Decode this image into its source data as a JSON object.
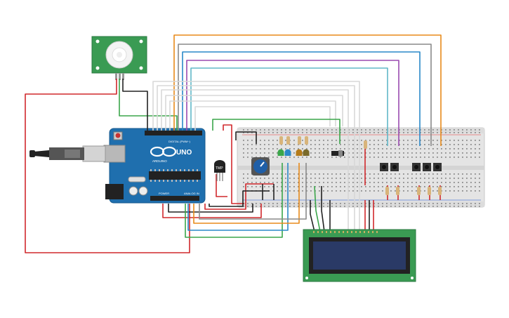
{
  "arduino": {
    "logo_text": "UNO",
    "brand_text": "ARDUINO",
    "digital_header": "DIGITAL (PWM~)",
    "power_header": "POWER",
    "analog_header": "ANALOG IN"
  },
  "temp_sensor": {
    "label": "TMP"
  },
  "colors": {
    "board": "#1f6fae",
    "breadboard": "#e6e6e6",
    "pcb_green": "#3a9b53",
    "lcd_screen": "#2a3a66",
    "wire_red": "#d0282c",
    "wire_black": "#222222",
    "wire_green": "#3aa64a",
    "wire_orange": "#e88a1a",
    "wire_purple": "#9a4ab0",
    "wire_blue": "#2a88c8",
    "wire_cyan": "#60b8c8",
    "wire_gray": "#8a8a8a",
    "wire_white": "#d8d8d8"
  }
}
